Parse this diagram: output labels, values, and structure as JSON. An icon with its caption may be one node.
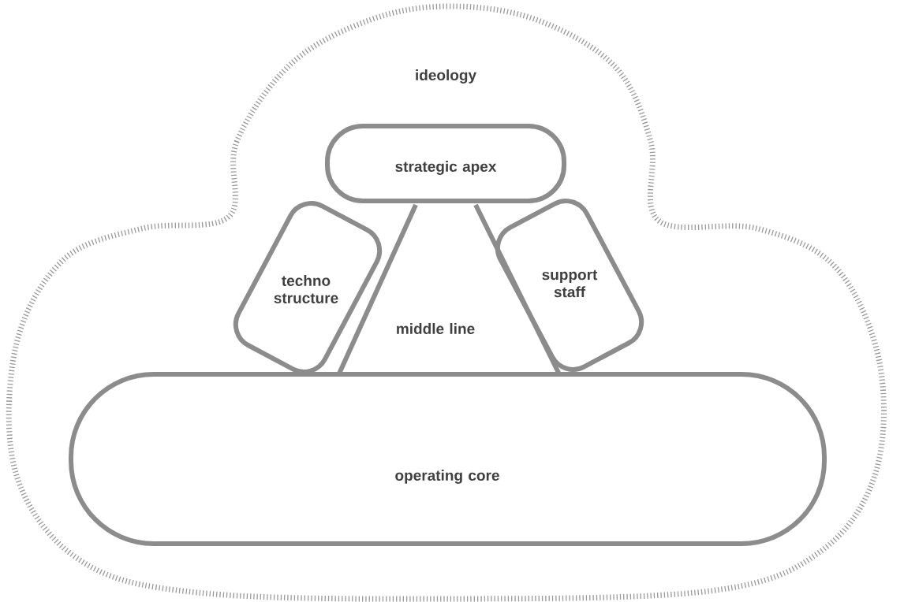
{
  "diagram": {
    "nodes": [
      {
        "text": [
          "ideology"
        ]
      },
      {
        "text": [
          "strategic apex"
        ],
        "in": 0
      },
      {
        "text": [
          "techno structure"
        ],
        "in": 0
      },
      {
        "text": [
          "middle line"
        ],
        "in": 0
      },
      {
        "text": [
          "support staff"
        ],
        "in": 0
      },
      {
        "text": [
          "operating core"
        ],
        "in": 0
      }
    ]
  }
}
